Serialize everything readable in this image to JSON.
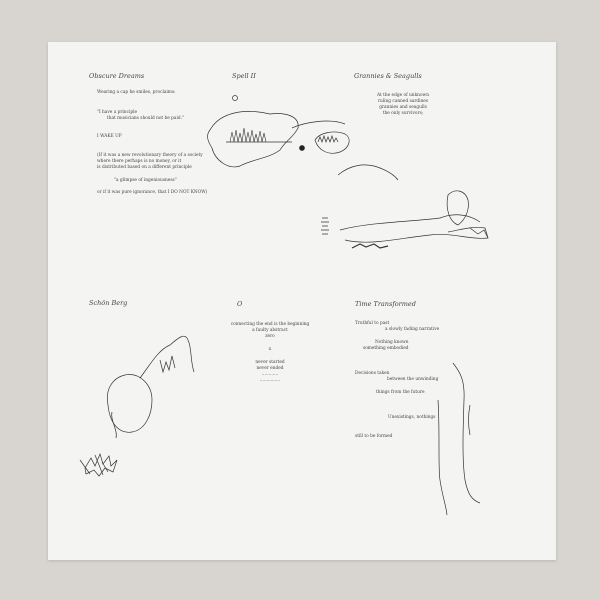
{
  "sections": [
    {
      "title": "Obscure Dreams",
      "lines": [
        "Wearing a cap he smiles, proclaims:",
        "\"I have a principle",
        "that musicians should not be paid.\"",
        "I WAKE UP",
        "(If it was a new revolutionary theory of a society",
        "where there perhaps is no money, or it",
        "is distributed based on a different principle",
        "\"a glimpse of ingeniousness\"",
        "or if it was pure ignorance, that I DO NOT KNOW)"
      ]
    },
    {
      "title": "Spell II",
      "lines": []
    },
    {
      "title": "Grannies & Seagulls",
      "lines": [
        "At the edge of unknown",
        "ruling canned sardines",
        "grannies and seagulls",
        "the only survivors;"
      ]
    },
    {
      "title": "Schön Berg",
      "lines": []
    },
    {
      "title": "O",
      "lines": [
        "connecting the end is the beginning",
        "a faulty abstract",
        "zero",
        "x",
        "never started",
        "never ended",
        "............",
        "..............."
      ]
    },
    {
      "title": "Time Transformed",
      "lines": [
        "Truthful to past",
        "a slowly fading narrative",
        "Nothing known",
        "something embodied",
        "Decisions taken",
        "between the unwinding",
        "things from the future",
        "Unexistings, nothings",
        "still to be formed"
      ]
    }
  ]
}
